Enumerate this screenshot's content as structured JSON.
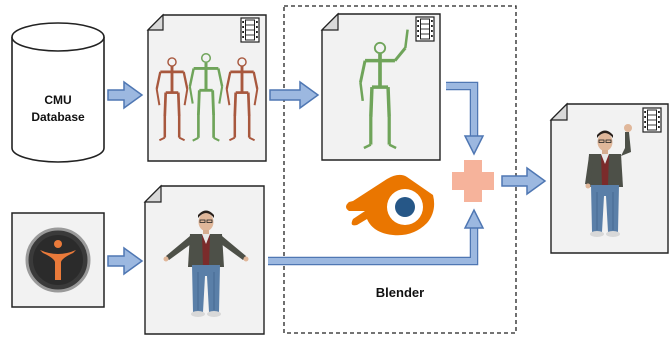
{
  "nodes": {
    "database": {
      "label_line1": "CMU",
      "label_line2": "Database"
    },
    "blender": {
      "label": "Blender"
    }
  },
  "colors": {
    "arrow_fill": "#9cb8e0",
    "arrow_stroke": "#4f77b3",
    "plus": "#f6b39b",
    "blender_orange": "#ea7600",
    "blender_blue": "#265787",
    "skeleton_brown": "#a8583e",
    "skeleton_green": "#6fa45a"
  },
  "icons": {
    "database": "cylinder-icon",
    "mocap": "film-strip-icon",
    "app_logo": "human-figure-logo-icon",
    "blender": "blender-logo-icon",
    "combine": "plus-icon"
  }
}
